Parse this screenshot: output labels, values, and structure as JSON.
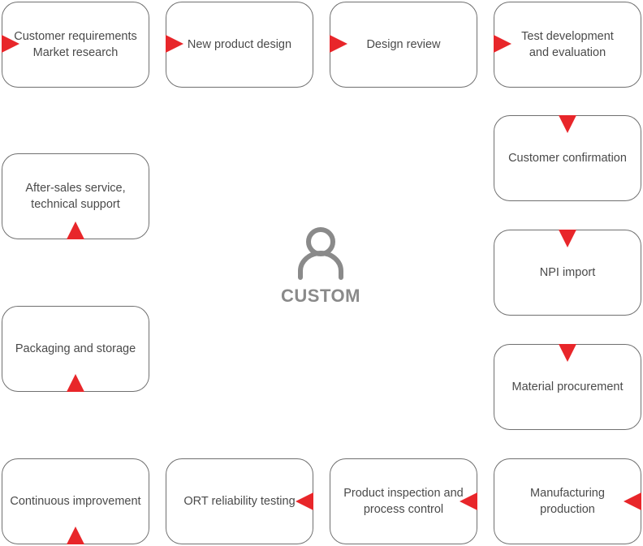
{
  "center": {
    "icon": "user-icon",
    "label": "CUSTOM"
  },
  "colors": {
    "arrow": "#e8262a",
    "border": "#707070",
    "text": "#4a4a4a",
    "center": "#8a8a8a"
  },
  "steps": {
    "customer_requirements": [
      "Customer requirements",
      "Market research"
    ],
    "new_product_design": [
      "New product design"
    ],
    "design_review": [
      "Design review"
    ],
    "test_development": [
      "Test development",
      "and evaluation"
    ],
    "customer_confirmation": [
      "Customer confirmation"
    ],
    "npi_import": [
      "NPI import"
    ],
    "material_procurement": [
      "Material procurement"
    ],
    "manufacturing_production": [
      "Manufacturing",
      "production"
    ],
    "product_inspection": [
      "Product inspection and",
      "process control"
    ],
    "ort_testing": [
      "ORT reliability testing"
    ],
    "continuous_improvement": [
      "Continuous improvement"
    ],
    "packaging_storage": [
      "Packaging and storage"
    ],
    "after_sales": [
      "After-sales service,",
      "technical support"
    ]
  }
}
